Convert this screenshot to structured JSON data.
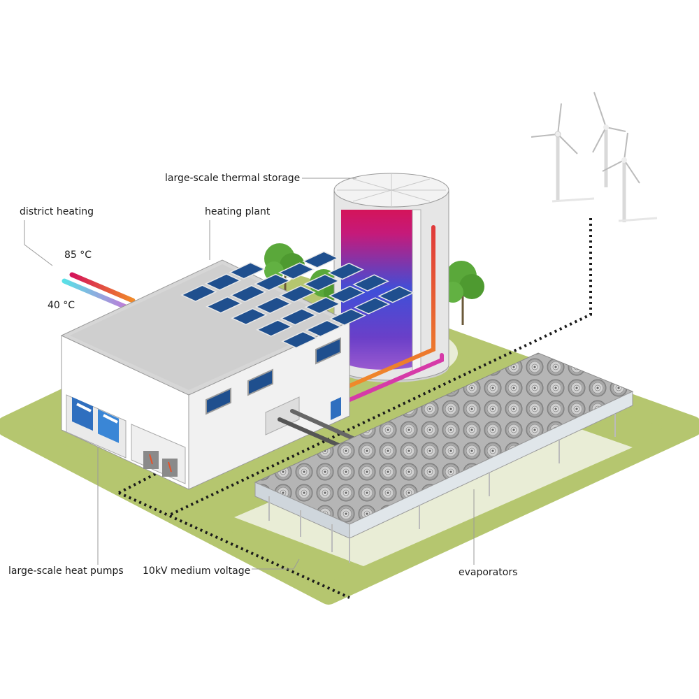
{
  "labels": {
    "district_heating": "district heating",
    "heating_plant": "heating plant",
    "thermal_storage": "large-scale thermal storage",
    "temp_hot": "85 °C",
    "temp_cold": "40 °C",
    "heat_pumps": "large-scale heat pumps",
    "medium_voltage": "10kV medium voltage",
    "evaporators": "evaporators"
  },
  "colors": {
    "ground": "#b5c66f",
    "ground_inner": "#e9edd6",
    "building": "#ffffff",
    "building_side": "#e8e8e8",
    "roof": "#d6d6d6",
    "solar_panel": "#1f4f8e",
    "hot_pipe": "#e6532a",
    "cold_pipe": "#4fd3d9",
    "return_pipe": "#d63aa8",
    "storage_hot": "#d4145a",
    "storage_cold": "#2f5fd6",
    "tree": "#5aa83a",
    "cable": "#1a1a1a"
  },
  "icons": [
    "wind-turbine-icon",
    "tree-icon",
    "solar-panel-icon",
    "heat-pump-icon",
    "transformer-icon",
    "fan-icon"
  ]
}
